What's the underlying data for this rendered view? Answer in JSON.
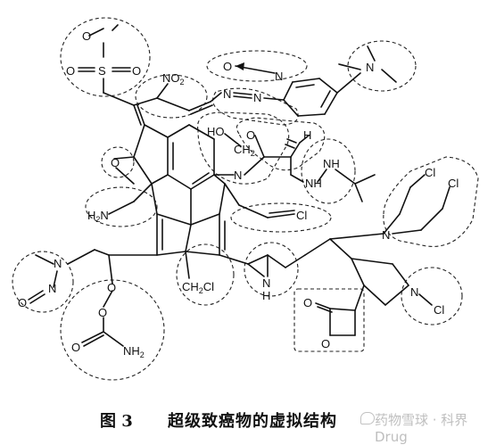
{
  "figure": {
    "caption_number": "图 3",
    "caption_title": "超级致癌物的虚拟结构",
    "watermark": "药物雪球 · 科界Drug"
  },
  "labels": {
    "o_sulfo": "O",
    "s_sulfo": "S",
    "o_sulfo_left": "O",
    "o_sulfo_right": "O",
    "no2": "NO",
    "no2_sub": "2",
    "o_noxide": "O",
    "n_noxide": "N",
    "n_azo_1": "N",
    "n_azo_2": "N",
    "ho": "HO",
    "ch2": "CH",
    "ch2_sub": "2",
    "o_aldehyde": "O",
    "h_aldehyde": "H",
    "o_epoxide": "O",
    "n_ring": "N",
    "nh_hyd_1": "N",
    "nh_hyd_1_h": "H",
    "nh_hyd_2": "N",
    "nh_hyd_2_h": "H",
    "h2n": "H",
    "h2n_sub": "2",
    "h2n_n": "N",
    "cl_vinyl": "Cl",
    "n_mustard": "N",
    "cl_mustard_1": "Cl",
    "cl_mustard_2": "Cl",
    "n_nitrosamine": "N",
    "o_nitrosamine": "O",
    "n_nitrosamine_2": "N",
    "ch2cl": "CH",
    "ch2cl_sub": "2",
    "ch2cl_cl": "Cl",
    "n_aziridine": "N",
    "h_aziridine": "H",
    "o_carbamate_1": "O",
    "o_carbamate_2": "O",
    "nh2_carbamate": "NH",
    "nh2_carbamate_sub": "2",
    "o_lactone_1": "O",
    "o_lactone_2": "O",
    "n_chloroamine": "N",
    "cl_chloroamine": "Cl",
    "n_dimethyl": "N"
  }
}
